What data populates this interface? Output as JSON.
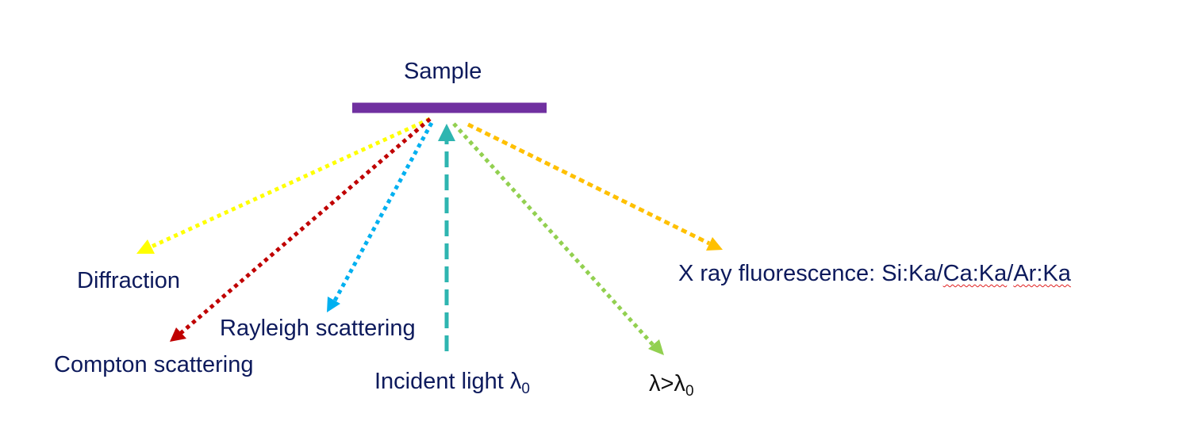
{
  "labels": {
    "sample": "Sample",
    "diffraction": "Diffraction",
    "compton": "Compton scattering",
    "rayleigh": "Rayleigh scattering",
    "incident": "Incident light λ",
    "incident_sub": "0",
    "lambda_main": "λ>λ",
    "lambda_sub": "0",
    "xrf_prefix": "X ray fluorescence: Si:Ka/",
    "xrf_ca": "Ca:Ka",
    "xrf_sep": "/",
    "xrf_ar": "Ar:Ka"
  },
  "colors": {
    "sample_bar": "#7030a0",
    "diffraction": "#ffff00",
    "compton": "#c00000",
    "rayleigh": "#00b0f0",
    "incident": "#2eb5b0",
    "fluorescence_shift": "#92d050",
    "xrf": "#ffc000",
    "text": "#0d1a5c"
  }
}
